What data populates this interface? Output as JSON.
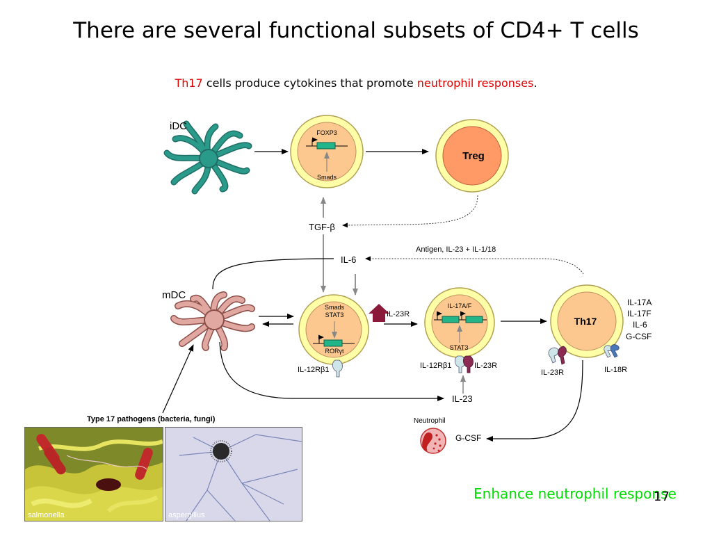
{
  "title": "There are several functional subsets of CD4+ T cells",
  "subtitle": {
    "part1": "Th17",
    "part2": " cells produce cytokines that promote ",
    "part3": "neutrophil responses",
    "part4": "."
  },
  "labels": {
    "idc": "iDC",
    "mdc": "mDC",
    "foxp3": "FOXP3",
    "smads_top": "Smads",
    "treg": "Treg",
    "tgfb": "TGF-β",
    "antigen": "Antigen, IL-23 + IL-1/18",
    "il6": "IL-6",
    "smads_mid": "Smads",
    "stat3_mid": "STAT3",
    "rorgt": "RORγt",
    "il23r_arrow": "IL-23R",
    "il17af": "IL-17A/F",
    "stat3_right": "STAT3",
    "th17": "Th17",
    "il12rb1_left": "IL-12Rβ1",
    "il12rb1_right": "IL-12Rβ1",
    "il23r_right": "IL-23R",
    "il23r_th17": "IL-23R",
    "il18r": "IL-18R",
    "il23": "IL-23",
    "neutrophil": "Neutrophil",
    "gcsf_neutro": "G-CSF",
    "pathogens": "Type 17 pathogens (bacteria, fungi)",
    "cytokines": [
      "IL-17A",
      "IL-17F",
      "IL-6",
      "G-CSF"
    ]
  },
  "photos": {
    "left_caption": "salmonella",
    "right_caption": "aspergillus"
  },
  "footer": {
    "enhance": "Enhance neutrophil response",
    "slide_number": "17"
  },
  "colors": {
    "cell_outer": "#ffffa8",
    "cell_inner": "#fcc890",
    "treg_inner": "#ff9966",
    "gene_box": "#22b58a",
    "idc": "#2a9a8a",
    "mdc": "#e0a8a0",
    "receptor_light": "#cfe6e8",
    "receptor_dark": "#8b2a52",
    "arrow_up": "#8b1a3a",
    "neutrophil": "#e05a5a",
    "title_red": "#e00000",
    "enhance_green": "#00dd00"
  }
}
